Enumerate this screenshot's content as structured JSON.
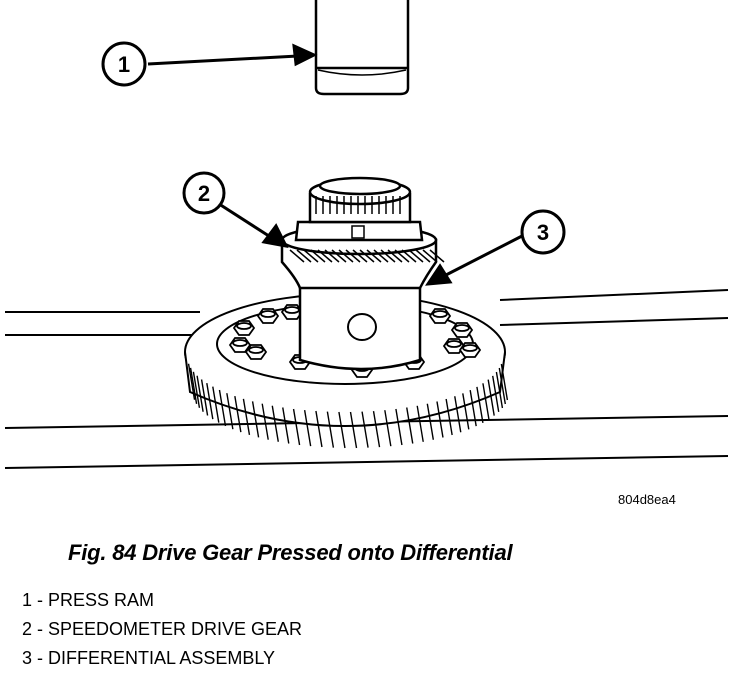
{
  "callouts": [
    {
      "number": "1"
    },
    {
      "number": "2"
    },
    {
      "number": "3"
    }
  ],
  "image_code": "804d8ea4",
  "caption": "Fig. 84 Drive Gear Pressed onto Differential",
  "legend": [
    "1 - PRESS RAM",
    "2 - SPEEDOMETER DRIVE GEAR",
    "3 - DIFFERENTIAL ASSEMBLY"
  ]
}
